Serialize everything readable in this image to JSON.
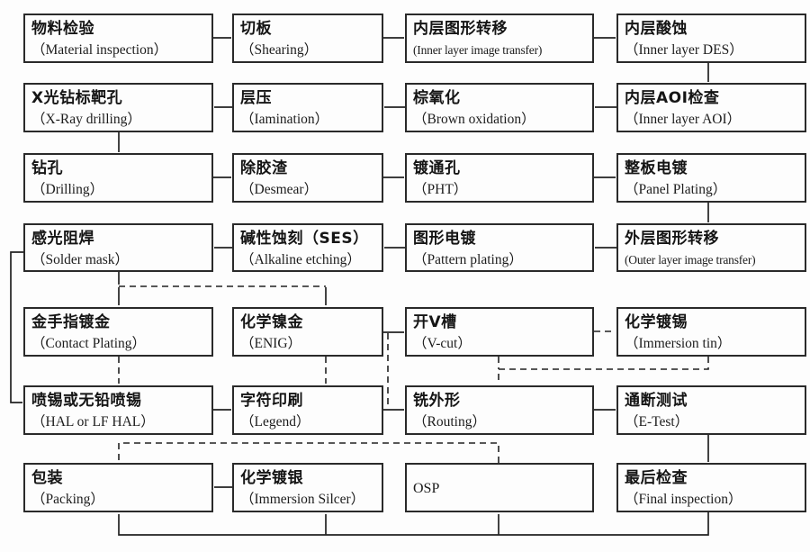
{
  "diagram": {
    "type": "flowchart",
    "subject": "PCB manufacturing process flow"
  },
  "colors": {
    "line": "#222222",
    "box_border": "#2a2a2a",
    "background": "#fdfdfd",
    "text": "#151515"
  },
  "boxes": [
    {
      "id": "material-inspection",
      "zh": "物料检验",
      "en": "（Material inspection）"
    },
    {
      "id": "shearing",
      "zh": "切板",
      "en": "（Shearing）"
    },
    {
      "id": "inner-layer-image-transfer",
      "zh": "内层图形转移",
      "en": "(Inner layer image transfer)"
    },
    {
      "id": "inner-layer-des",
      "zh": "内层酸蚀",
      "en": "（Inner layer DES）"
    },
    {
      "id": "x-ray-drilling",
      "zh": "X光钻标靶孔",
      "en": "（X-Ray drilling）"
    },
    {
      "id": "lamination",
      "zh": "层压",
      "en": "（Iamination）"
    },
    {
      "id": "brown-oxidation",
      "zh": "棕氧化",
      "en": "（Brown oxidation）"
    },
    {
      "id": "inner-layer-aoi",
      "zh": "内层AOI检查",
      "en": "（Inner layer AOI）"
    },
    {
      "id": "drilling",
      "zh": "钻孔",
      "en": "（Drilling）"
    },
    {
      "id": "desmear",
      "zh": "除胶渣",
      "en": "（Desmear）"
    },
    {
      "id": "pht",
      "zh": "镀通孔",
      "en": "（PHT）"
    },
    {
      "id": "panel-plating",
      "zh": "整板电镀",
      "en": "（Panel Plating）"
    },
    {
      "id": "solder-mask",
      "zh": "感光阻焊",
      "en": "（Solder mask）"
    },
    {
      "id": "alkaline-etching",
      "zh": "碱性蚀刻（SES）",
      "en": "（Alkaline etching）"
    },
    {
      "id": "pattern-plating",
      "zh": "图形电镀",
      "en": "（Pattern plating）"
    },
    {
      "id": "outer-layer-image-transfer",
      "zh": "外层图形转移",
      "en": "(Outer layer image transfer)"
    },
    {
      "id": "contact-plating",
      "zh": "金手指镀金",
      "en": "（Contact Plating）"
    },
    {
      "id": "enig",
      "zh": "化学镍金",
      "en": "（ENIG）"
    },
    {
      "id": "v-cut",
      "zh": "开V槽",
      "en": "（V-cut）"
    },
    {
      "id": "immersion-tin",
      "zh": "化学镀锡",
      "en": "（Immersion tin）"
    },
    {
      "id": "hal",
      "zh": "喷锡或无铅喷锡",
      "en": "（HAL or LF HAL）"
    },
    {
      "id": "legend",
      "zh": "字符印刷",
      "en": "（Legend）"
    },
    {
      "id": "routing",
      "zh": "铣外形",
      "en": "（Routing）"
    },
    {
      "id": "e-test",
      "zh": "通断测试",
      "en": "（E-Test）"
    },
    {
      "id": "packing",
      "zh": "包装",
      "en": "（Packing）"
    },
    {
      "id": "immersion-silver",
      "zh": "化学镀银",
      "en": "（Immersion Silcer）"
    },
    {
      "id": "osp",
      "zh": "",
      "en": "OSP"
    },
    {
      "id": "final-inspection",
      "zh": "最后检查",
      "en": "（Final inspection）"
    }
  ],
  "edges": [
    {
      "from": "material-inspection",
      "to": "shearing",
      "style": "solid"
    },
    {
      "from": "shearing",
      "to": "inner-layer-image-transfer",
      "style": "solid"
    },
    {
      "from": "inner-layer-image-transfer",
      "to": "inner-layer-des",
      "style": "solid"
    },
    {
      "from": "inner-layer-des",
      "to": "inner-layer-aoi",
      "style": "solid"
    },
    {
      "from": "inner-layer-aoi",
      "to": "brown-oxidation",
      "style": "solid"
    },
    {
      "from": "brown-oxidation",
      "to": "lamination",
      "style": "solid"
    },
    {
      "from": "lamination",
      "to": "x-ray-drilling",
      "style": "solid"
    },
    {
      "from": "x-ray-drilling",
      "to": "drilling",
      "style": "solid"
    },
    {
      "from": "drilling",
      "to": "desmear",
      "style": "solid"
    },
    {
      "from": "desmear",
      "to": "pht",
      "style": "solid"
    },
    {
      "from": "pht",
      "to": "panel-plating",
      "style": "solid"
    },
    {
      "from": "panel-plating",
      "to": "outer-layer-image-transfer",
      "style": "solid"
    },
    {
      "from": "outer-layer-image-transfer",
      "to": "pattern-plating",
      "style": "solid"
    },
    {
      "from": "pattern-plating",
      "to": "alkaline-etching",
      "style": "solid"
    },
    {
      "from": "alkaline-etching",
      "to": "solder-mask",
      "style": "solid"
    },
    {
      "from": "solder-mask",
      "to": "contact-plating",
      "style": "dashed"
    },
    {
      "from": "solder-mask",
      "to": "enig",
      "style": "dashed"
    },
    {
      "from": "solder-mask",
      "to": "hal",
      "style": "solid-left-route"
    },
    {
      "from": "contact-plating",
      "to": "hal",
      "style": "dashed"
    },
    {
      "from": "enig",
      "to": "legend",
      "style": "dashed"
    },
    {
      "from": "enig",
      "to": "v-cut",
      "style": "solid"
    },
    {
      "from": "enig",
      "to": "routing",
      "style": "dashed-bypass"
    },
    {
      "from": "v-cut",
      "to": "immersion-tin",
      "style": "dashed"
    },
    {
      "from": "v-cut",
      "to": "routing",
      "style": "dashed"
    },
    {
      "from": "immersion-tin",
      "to": "routing",
      "style": "dashed"
    },
    {
      "from": "hal",
      "to": "legend",
      "style": "solid"
    },
    {
      "from": "legend",
      "to": "routing",
      "style": "solid"
    },
    {
      "from": "routing",
      "to": "e-test",
      "style": "solid"
    },
    {
      "from": "e-test",
      "to": "final-inspection",
      "style": "solid"
    },
    {
      "from": "final-inspection",
      "to": "packing",
      "style": "solid-feedback"
    },
    {
      "from": "final-inspection",
      "to": "immersion-silver",
      "style": "solid-feedback"
    },
    {
      "from": "final-inspection",
      "to": "osp",
      "style": "solid-feedback"
    },
    {
      "from": "immersion-silver",
      "to": "packing",
      "style": "solid"
    },
    {
      "from": "osp",
      "to": "packing",
      "style": "dashed"
    }
  ]
}
